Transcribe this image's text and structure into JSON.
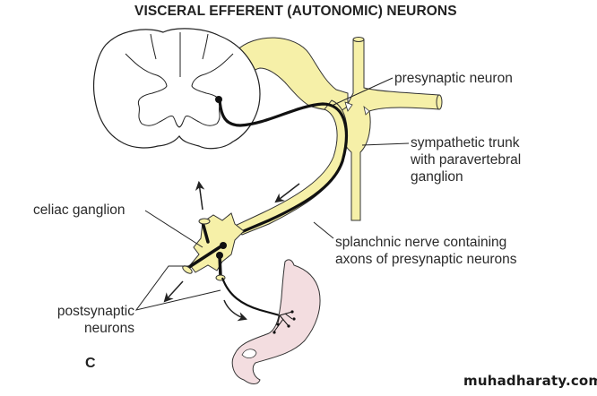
{
  "title": "VISCERAL EFFERENT (AUTONOMIC) NEURONS",
  "labels": {
    "presynaptic_neuron": "presynaptic neuron",
    "sympathetic_trunk": [
      "sympathetic trunk",
      "with paravertebral",
      "ganglion"
    ],
    "celiac_ganglion": "celiac ganglion",
    "splanchnic_nerve": [
      "splanchnic nerve containing",
      "axons of presynaptic neurons"
    ],
    "postsynaptic_neurons": [
      "postsynaptic",
      "neurons"
    ]
  },
  "panel_letter": "C",
  "watermark": "muhadharaty.com",
  "colors": {
    "nerve_fill": "#f6f0a8",
    "stomach_fill": "#f3dde0",
    "outline": "#222222",
    "axon": "#111111"
  }
}
